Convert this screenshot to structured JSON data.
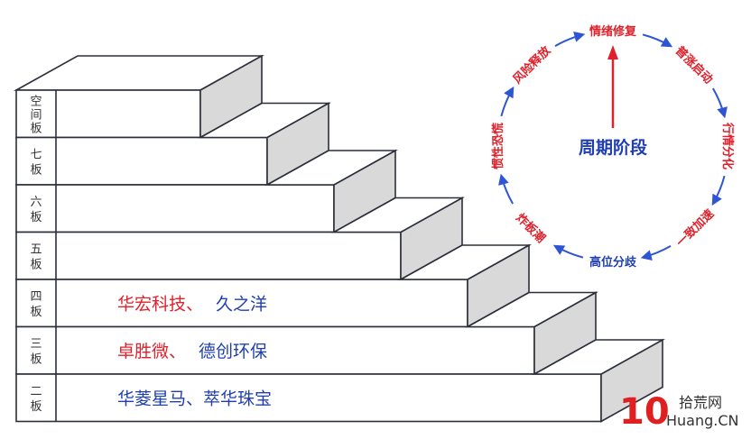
{
  "colors": {
    "red": "#e0202a",
    "blue": "#1f3fb0",
    "arrow_blue": "#2e55d6",
    "box_gray": "#d9d9d9",
    "stroke": "#2b2f3a"
  },
  "steps": [
    {
      "label": "空间板",
      "stocks": []
    },
    {
      "label": "七板",
      "stocks": []
    },
    {
      "label": "六板",
      "stocks": []
    },
    {
      "label": "五板",
      "stocks": []
    },
    {
      "label": "四板",
      "stocks": [
        {
          "text": "华宏科技、",
          "color": "red"
        },
        {
          "text": "久之洋",
          "color": "blue"
        }
      ]
    },
    {
      "label": "三板",
      "stocks": [
        {
          "text": "卓胜微、",
          "color": "red"
        },
        {
          "text": "德创环保",
          "color": "blue"
        }
      ]
    },
    {
      "label": "二板",
      "stocks": [
        {
          "text": "华菱星马、萃华珠宝",
          "color": "blue"
        }
      ]
    }
  ],
  "cycle": {
    "center": "周期阶段",
    "phases": [
      "情绪修复",
      "普涨启动",
      "行情分化",
      "一致加速",
      "高位分歧",
      "炸板潮",
      "惯性恐慌",
      "风险释放"
    ],
    "phase_colors": [
      "red",
      "red",
      "red",
      "red",
      "blue",
      "red",
      "red",
      "red"
    ]
  },
  "watermark": {
    "number": "10",
    "cn": "拾荒网",
    "en": "Huang.CN"
  }
}
